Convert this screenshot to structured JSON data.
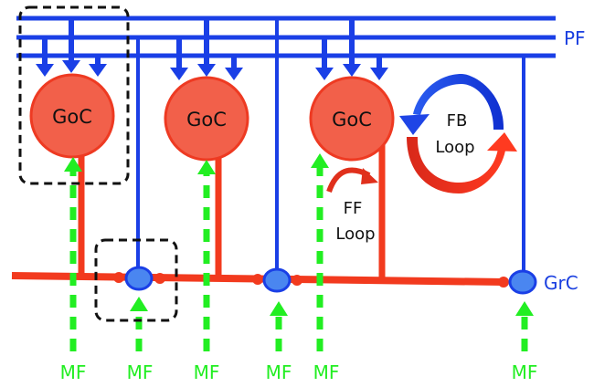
{
  "diagram": {
    "colors": {
      "parallel_fiber": "#1a3fe6",
      "golgi_cell": "#f2604a",
      "golgi_stroke": "#ee3a22",
      "golgi_axon": "#f23a1e",
      "granule_cell": "#4a86f0",
      "mossy_fiber": "#22ee22",
      "highlight_box": "#111111"
    },
    "labels": {
      "parallel_fiber": "PF",
      "granule_cell": "GrC",
      "golgi_cells": [
        "GoC",
        "GoC",
        "GoC"
      ],
      "mossy_fibers": [
        "MF",
        "MF",
        "MF",
        "MF",
        "MF",
        "MF"
      ],
      "ff_loop": [
        "FF",
        "Loop"
      ],
      "fb_loop": [
        "FB",
        "Loop"
      ]
    }
  }
}
